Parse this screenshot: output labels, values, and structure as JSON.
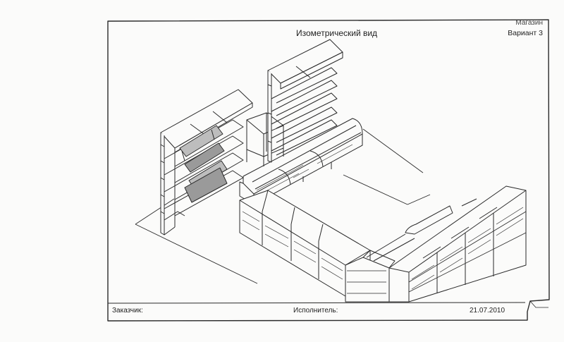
{
  "drawing": {
    "title": "Изометрический вид",
    "corner_top": "Магазин",
    "corner_sub": "Вариант 3"
  },
  "footer": {
    "customer_label": "Заказчик:",
    "contractor_label": "Исполнитель:",
    "date": "21.07.2010"
  },
  "colors": {
    "line": "#2a2a2a",
    "paper": "#fbfbfa",
    "shelf_fill": "#f4f4f2",
    "rack_fill": "#9a9a9a"
  }
}
